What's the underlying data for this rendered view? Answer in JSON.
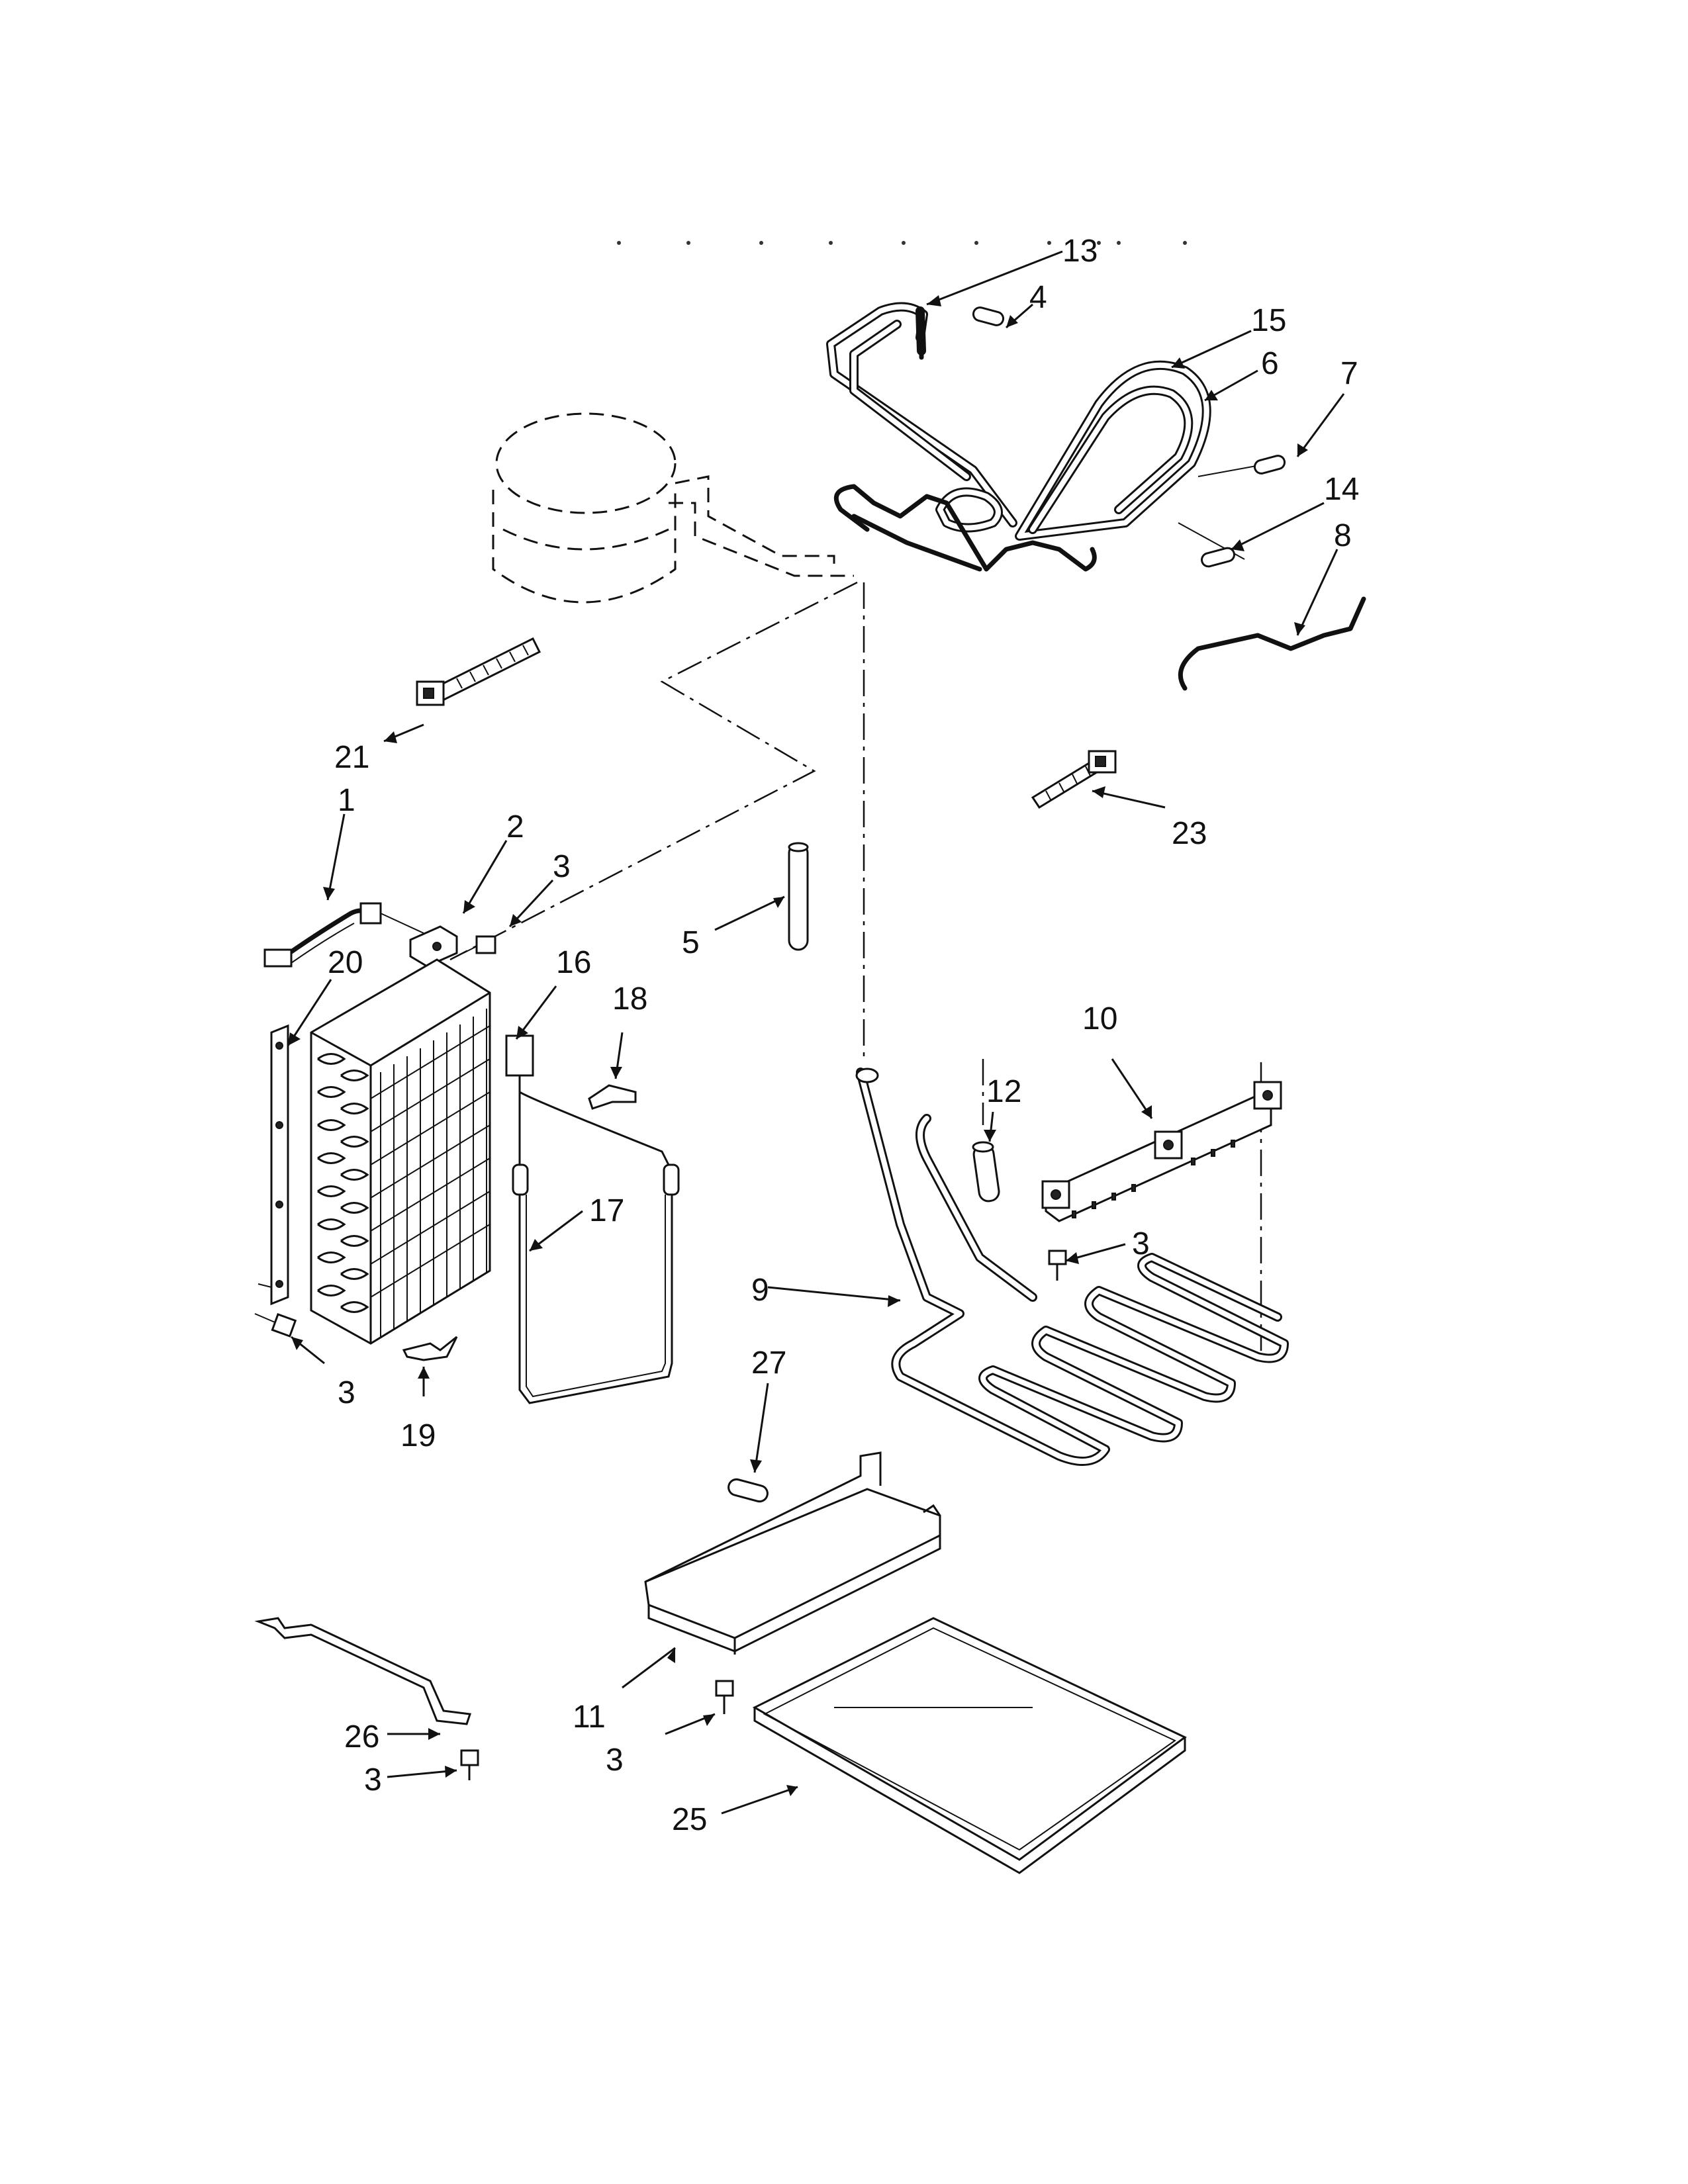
{
  "diagram": {
    "type": "exploded-parts-diagram",
    "callouts": [
      {
        "id": "c13",
        "text": "13"
      },
      {
        "id": "c4",
        "text": "4"
      },
      {
        "id": "c15",
        "text": "15"
      },
      {
        "id": "c6",
        "text": "6"
      },
      {
        "id": "c7",
        "text": "7"
      },
      {
        "id": "c14",
        "text": "14"
      },
      {
        "id": "c8",
        "text": "8"
      },
      {
        "id": "c21",
        "text": "21"
      },
      {
        "id": "c23",
        "text": "23"
      },
      {
        "id": "c1",
        "text": "1"
      },
      {
        "id": "c2",
        "text": "2"
      },
      {
        "id": "c3a",
        "text": "3"
      },
      {
        "id": "c5",
        "text": "5"
      },
      {
        "id": "c20",
        "text": "20"
      },
      {
        "id": "c16",
        "text": "16"
      },
      {
        "id": "c18",
        "text": "18"
      },
      {
        "id": "c10",
        "text": "10"
      },
      {
        "id": "c12",
        "text": "12"
      },
      {
        "id": "c3b",
        "text": "3"
      },
      {
        "id": "c17",
        "text": "17"
      },
      {
        "id": "c9",
        "text": "9"
      },
      {
        "id": "c3c",
        "text": "3"
      },
      {
        "id": "c19",
        "text": "19"
      },
      {
        "id": "c27",
        "text": "27"
      },
      {
        "id": "c11",
        "text": "11"
      },
      {
        "id": "c3d",
        "text": "3"
      },
      {
        "id": "c26",
        "text": "26"
      },
      {
        "id": "c3e",
        "text": "3"
      },
      {
        "id": "c25",
        "text": "25"
      }
    ]
  }
}
